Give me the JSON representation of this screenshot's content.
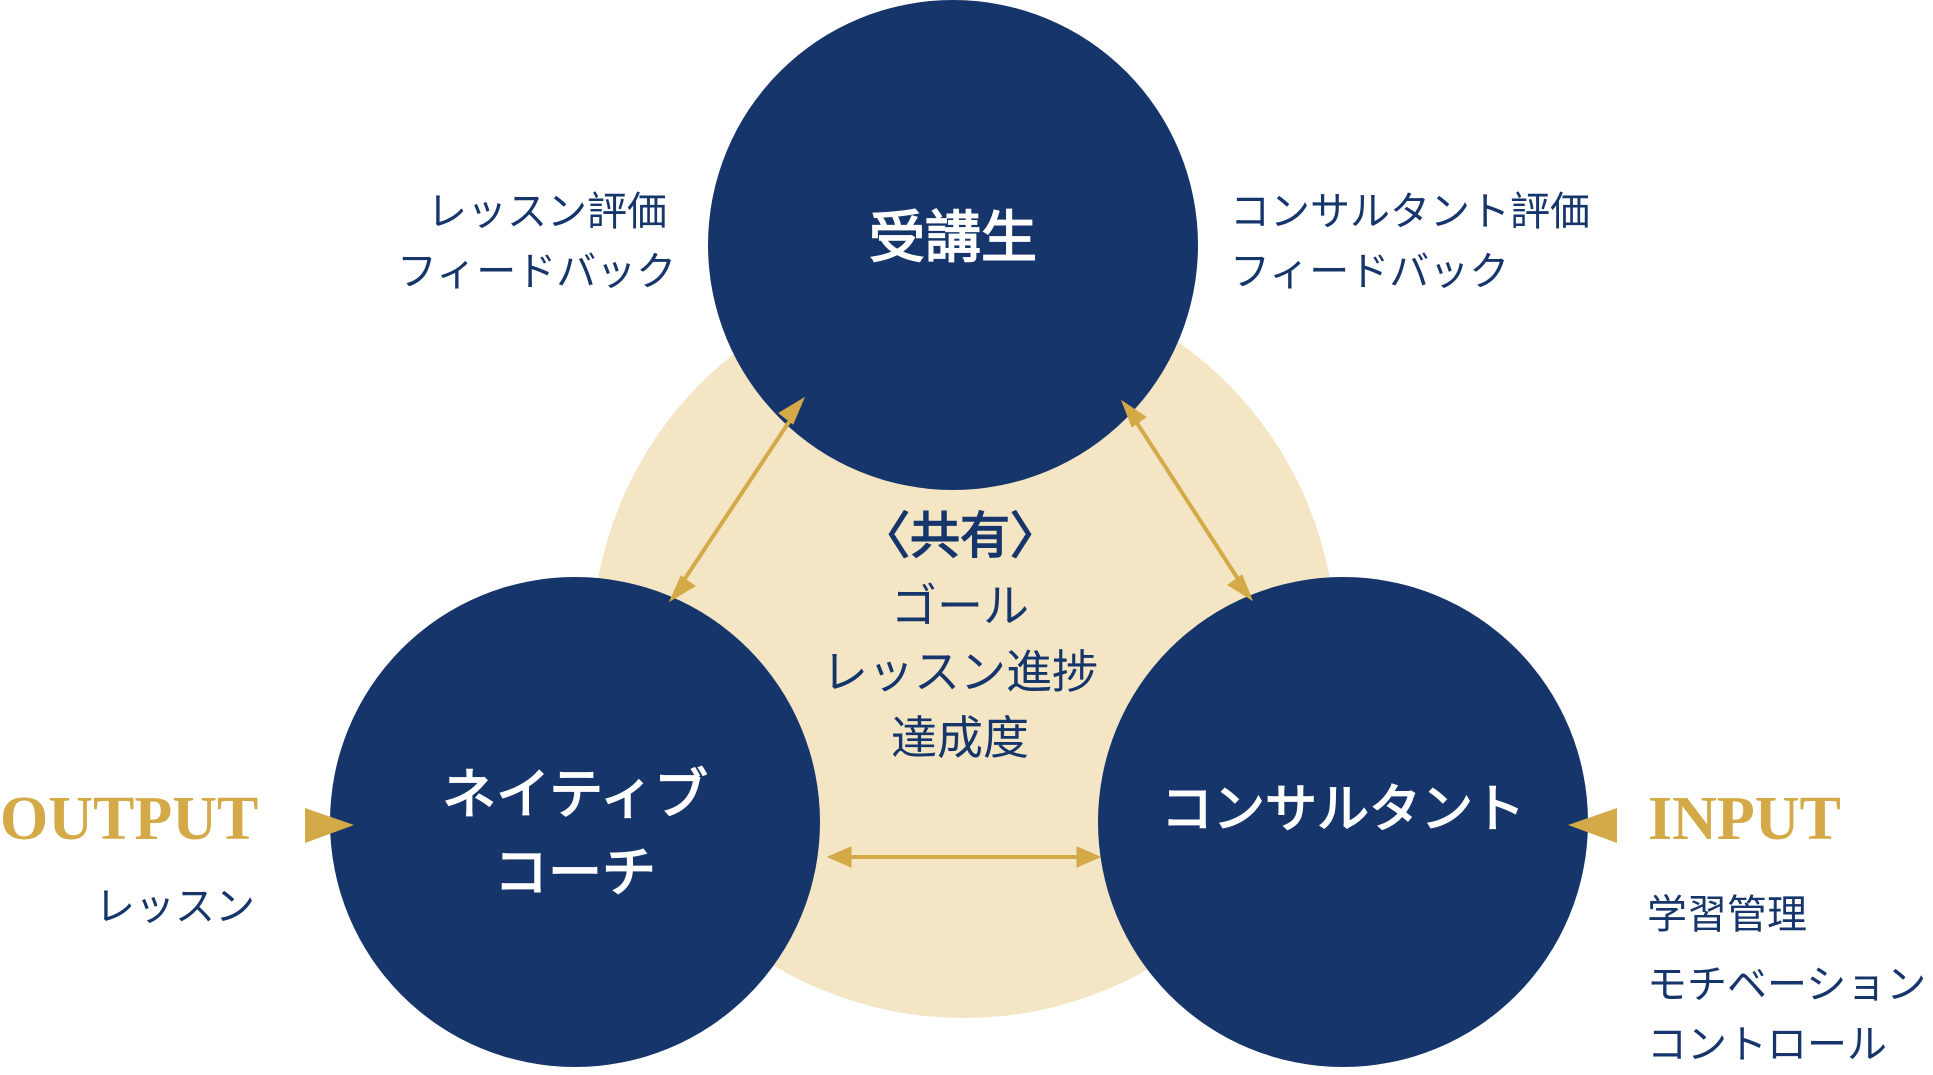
{
  "colors": {
    "navy": "#15356b",
    "gold": "#d4aa48",
    "beige": "#f4e6c5"
  },
  "nodes": {
    "student": "受講生",
    "coach": [
      "ネイティブ",
      "コーチ"
    ],
    "consultant": "コンサルタント"
  },
  "shared": {
    "title": "〈共有〉",
    "items": [
      "ゴール",
      "レッスン進捗",
      "達成度"
    ]
  },
  "left_top": [
    "レッスン評価",
    "フィードバック"
  ],
  "right_top": [
    "コンサルタント評価",
    "フィードバック"
  ],
  "output": {
    "label": "OUTPUT",
    "text": "レッスン"
  },
  "input": {
    "label": "INPUT",
    "items": [
      "学習管理",
      "モチベーション",
      "コントロール"
    ]
  }
}
